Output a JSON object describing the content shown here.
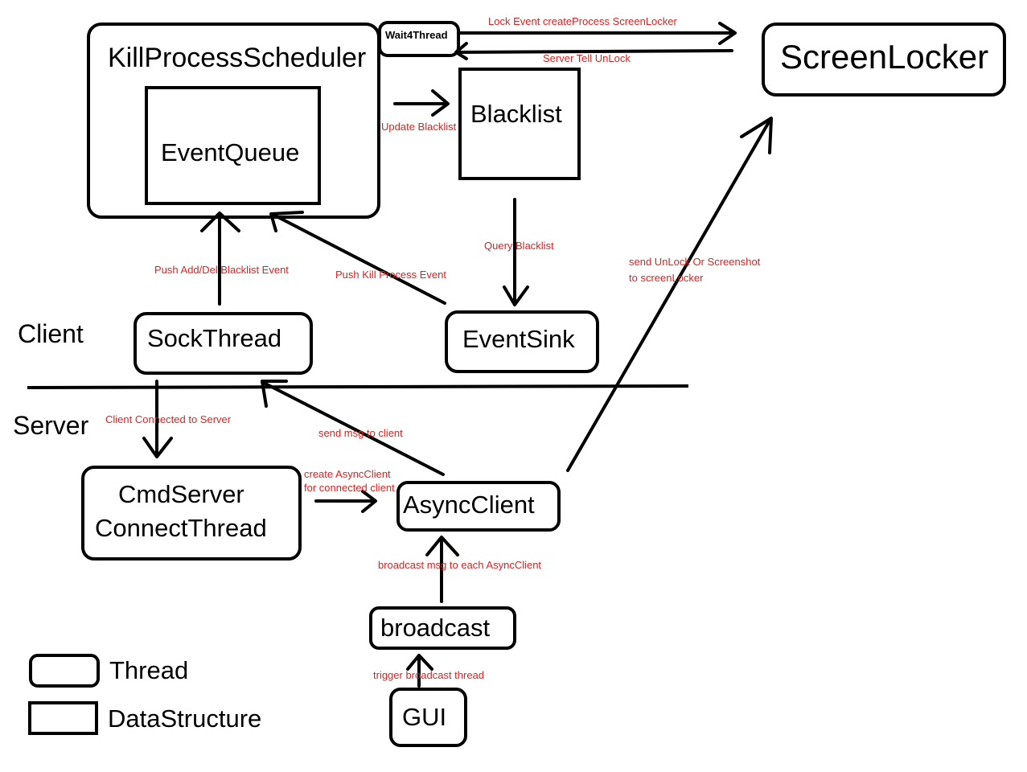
{
  "nodes": {
    "kill_process_scheduler": "KillProcessScheduler",
    "event_queue": "EventQueue",
    "wait4thread": "Wait4Thread",
    "screen_locker": "ScreenLocker",
    "blacklist": "Blacklist",
    "sock_thread": "SockThread",
    "event_sink": "EventSink",
    "cmd_server_line1": "CmdServer",
    "cmd_server_line2": "ConnectThread",
    "async_client": "AsyncClient",
    "broadcast": "broadcast",
    "gui": "GUI"
  },
  "sections": {
    "client": "Client",
    "server": "Server"
  },
  "edges": {
    "lock_event": "Lock Event createProcess ScreenLocker",
    "server_tell_unlock": "Server Tell UnLock",
    "update_blacklist": "Update Blacklist",
    "query_blacklist": "Query Blacklist",
    "push_add_del": "Push Add/Del Blacklist Event",
    "push_kill": "Push Kill Process Event",
    "send_unlock_line1": "send UnLock Or Screenshot",
    "send_unlock_line2": "to screenLocker",
    "client_connected": "Client Connected to Server",
    "send_msg_client": "send msg to client",
    "create_async_line1": "create AsyncClient",
    "create_async_line2": "for connected client",
    "broadcast_msg": "broadcast msg to each AsyncClient",
    "trigger_broadcast": "trigger broadcast thread"
  },
  "legend": {
    "thread": "Thread",
    "data_structure": "DataStructure"
  },
  "colors": {
    "stroke": "#000000",
    "edge_label": "#e02020",
    "background": "#ffffff"
  }
}
